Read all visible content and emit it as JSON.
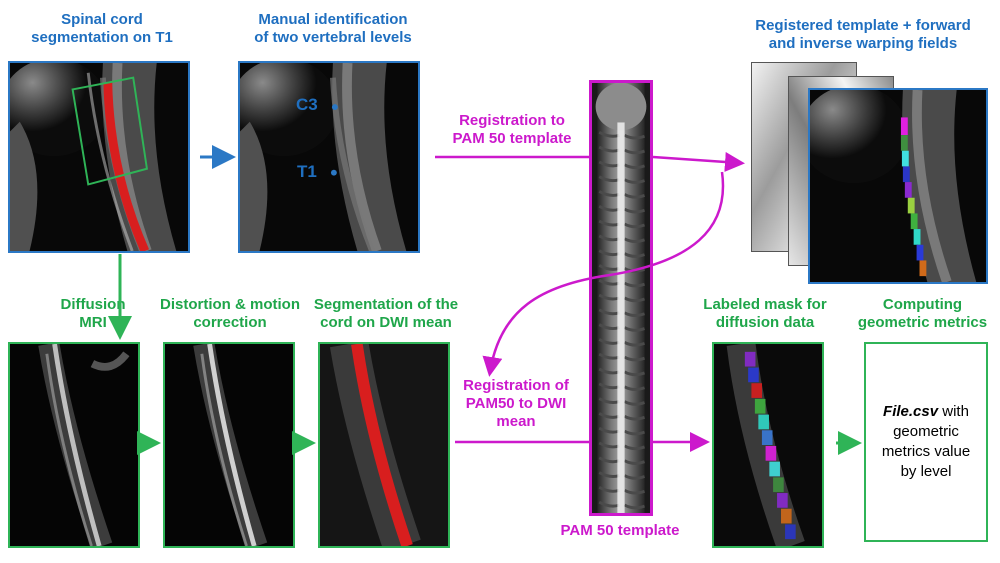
{
  "steps": {
    "t1_seg": "Spinal cord segmentation on T1",
    "t1_seg_lines": [
      "Spinal cord",
      "segmentation on T1"
    ],
    "manual_id_lines": [
      "Manual identification",
      "of two vertebral levels"
    ],
    "registered_lines": [
      "Registered template + forward",
      "and inverse warping fields"
    ],
    "reg_pam_lines": [
      "Registration to",
      "PAM 50 template"
    ],
    "diffusion_lines": [
      "Diffusion",
      "MRI"
    ],
    "distortion_lines": [
      "Distortion & motion",
      "correction"
    ],
    "segdwi_lines": [
      "Segmentation of the",
      "cord on DWI mean"
    ],
    "reg_dwi_lines": [
      "Registration of",
      "PAM50 to DWI",
      "mean"
    ],
    "labeled_lines": [
      "Labeled mask for",
      "diffusion data"
    ],
    "computing_lines": [
      "Computing",
      "geometric metrics"
    ],
    "pam_caption": "PAM 50 template"
  },
  "vertebral_labels": {
    "upper": "C3",
    "lower": "T1"
  },
  "result_box": {
    "filename": "File.csv",
    "rest_lines": [
      " with",
      "geometric",
      "metrics value",
      "by level"
    ]
  },
  "colors": {
    "blue": "#1f6fc0",
    "green": "#1fa64a",
    "magenta": "#cc19cc",
    "cord_red": "#d81e1e"
  }
}
